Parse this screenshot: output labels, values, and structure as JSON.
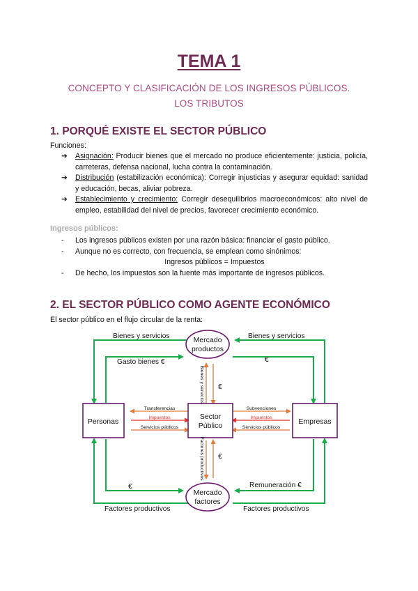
{
  "title": "TEMA 1",
  "subtitle_line1": "CONCEPTO Y CLASIFICACIÓN DE LOS INGRESOS PÚBLICOS.",
  "subtitle_line2": "LOS TRIBUTOS",
  "section1": {
    "heading": "1. PORQUÉ EXISTE EL SECTOR PÚBLICO",
    "funciones_label": "Funciones:",
    "items": [
      {
        "term": "Asignación:",
        "text": " Producir bienes que el mercado no produce eficientemente: justicia, policía, carreteras, defensa nacional, lucha contra la contaminación."
      },
      {
        "term": "Distribución",
        "text": " (estabilización económica): Corregir injusticias y asegurar equidad: sanidad y educación, becas, aliviar pobreza."
      },
      {
        "term": "Establecimiento y crecimiento:",
        "text": " Corregir desequilibrios macroeconómicos: alto nivel de empleo, estabilidad del nivel de precios, favorecer crecimiento económico."
      }
    ],
    "ingresos_label": "Ingresos públicos:",
    "bullets": [
      "Los ingresos públicos existen por una razón básica: financiar el gasto público.",
      "Aunque no es correcto, con frecuencia, se emplean como sinónimos:",
      "Ingresos públicos = Impuestos",
      "De hecho, los impuestos son la fuente más importante de ingresos públicos."
    ]
  },
  "section2": {
    "heading": "2. EL SECTOR PÚBLICO COMO AGENTE ECONÓMICO",
    "intro": "El sector público en el flujo circular de la renta:"
  },
  "diagram": {
    "colors": {
      "green": "#1aab4b",
      "purple": "#6b1a6f",
      "orange": "#e07b39",
      "red": "#e8332d"
    },
    "nodes": {
      "mercado_productos_1": "Mercado",
      "mercado_productos_2": "productos",
      "personas": "Personas",
      "sector_1": "Sector",
      "sector_2": "Público",
      "empresas": "Empresas",
      "mercado_factores_1": "Mercado",
      "mercado_factores_2": "factores"
    },
    "labels": {
      "bienes_servicios_left": "Bienes y servicios",
      "bienes_servicios_right": "Bienes y servicios",
      "gasto_bienes": "Gasto bienes €",
      "euro_top_right": "€",
      "euro_center_top": "€",
      "euro_center_bottom": "€",
      "euro_bottom_left": "€",
      "remuneracion": "Remuneración €",
      "factores_left": "Factores productivos",
      "factores_right": "Factores productivos",
      "transferencias": "Transferencias",
      "impuestos_left": "Impuestos",
      "servicios_left": "Servicios públicos",
      "subvenciones": "Subvenciones",
      "impuestos_right": "Impuestos",
      "servicios_right": "Servicios públicos",
      "vertical_top": "Bienes y servicios",
      "vertical_bottom": "Factores productivos"
    }
  }
}
